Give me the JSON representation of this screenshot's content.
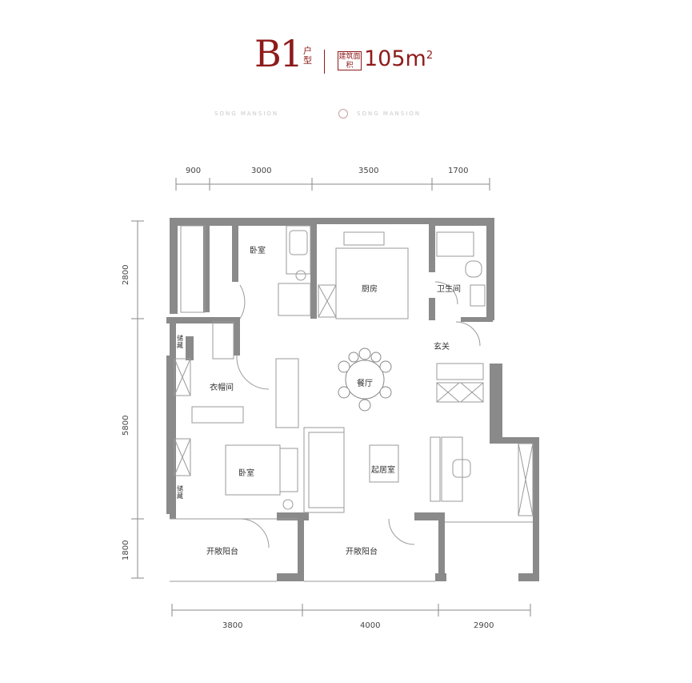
{
  "header": {
    "unit_code": "B1",
    "unit_word": "户型",
    "area_badge": "建筑面积",
    "area_value": "105m",
    "area_unit_sup": "2"
  },
  "brand": {
    "left_text": "SONG MANSION",
    "right_text": "SONG MANSION"
  },
  "dimensions": {
    "top": [
      "900",
      "3000",
      "3500",
      "1700"
    ],
    "bottom": [
      "3800",
      "4000",
      "2900"
    ],
    "left": [
      "2800",
      "5800",
      "1800"
    ]
  },
  "rooms": {
    "bedroom_top": "卧室",
    "kitchen": "厨房",
    "bathroom": "卫生间",
    "entrance": "玄关",
    "dining": "餐厅",
    "cloakroom": "衣帽间",
    "bedroom_main": "卧室",
    "living": "起居室",
    "balcony_left": "开敞阳台",
    "balcony_mid": "开敞阳台",
    "closet_a": "储藏",
    "closet_b": "储藏"
  },
  "colors": {
    "accent": "#8e1b1b",
    "wall": "#8a8a8a",
    "line": "#9a9a9a"
  }
}
